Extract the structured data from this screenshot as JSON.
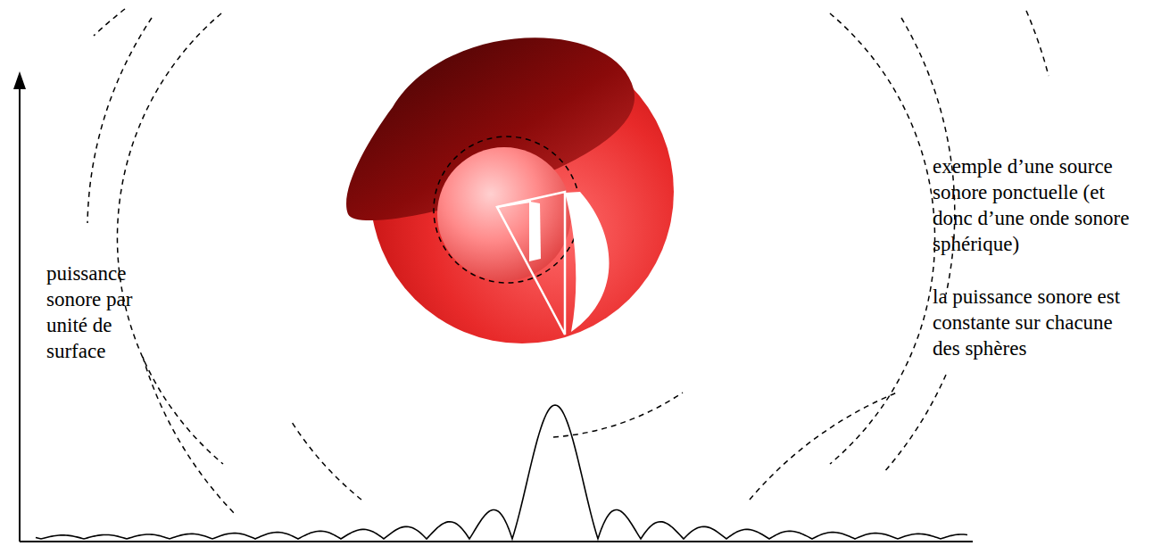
{
  "diagram": {
    "labels": [
      "puissance sonore par unité de surface",
      "exemple d’une source sonore ponctuelle (et donc d’une onde sonore sphérique)",
      "la puissance sonore est constante sur chacune des sphères"
    ]
  }
}
